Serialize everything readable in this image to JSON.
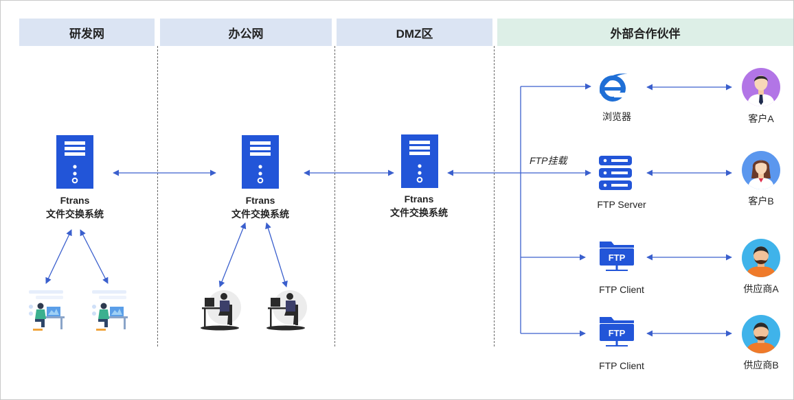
{
  "zones": {
    "rnd": "研发网",
    "office": "办公网",
    "dmz": "DMZ区",
    "partners": "外部合作伙伴"
  },
  "ftrans": {
    "name": "Ftrans",
    "subtitle": "文件交换系统"
  },
  "mount_label": "FTP挂载",
  "endpoints": {
    "browser": "浏览器",
    "ftp_server": "FTP Server",
    "ftp_client_1": "FTP Client",
    "ftp_client_2": "FTP Client",
    "ftp_folder_text": "FTP"
  },
  "partners": {
    "customer_a": "客户A",
    "customer_b": "客户B",
    "supplier_a": "供应商A",
    "supplier_b": "供应商B"
  },
  "colors": {
    "server_blue": "#2255d8",
    "line_blue": "#3a5fcd",
    "zone_blue": "#dbe4f3",
    "zone_green": "#ddefe7",
    "avatar_purple": "#b275e6",
    "avatar_blue": "#5b97ee",
    "avatar_cyan": "#3fb3ea"
  }
}
